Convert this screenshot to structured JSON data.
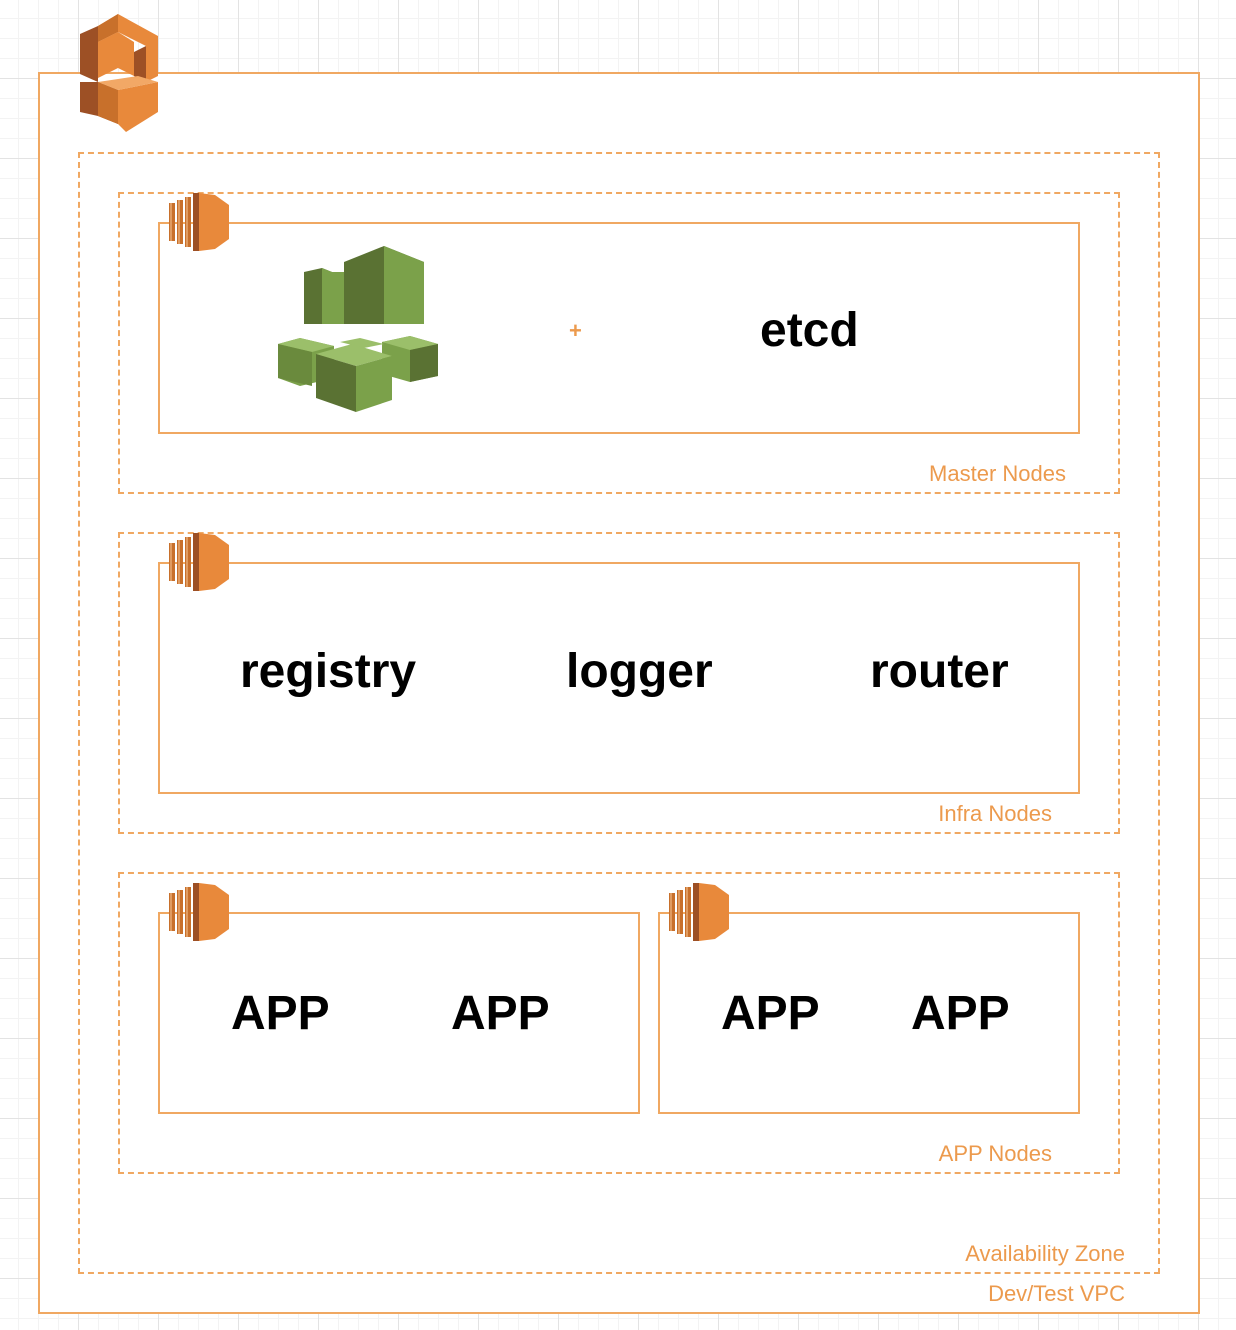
{
  "vpc": {
    "label": "Dev/Test VPC",
    "icon": "vpc-icon"
  },
  "availability_zone": {
    "label": "Availability Zone"
  },
  "master_nodes": {
    "label": "Master Nodes",
    "plus": "+",
    "etcd": "etcd",
    "icon": "openshift-master-cubes-icon"
  },
  "infra_nodes": {
    "label": "Infra Nodes",
    "services": [
      "registry",
      "logger",
      "router"
    ]
  },
  "app_nodes": {
    "label": "APP Nodes",
    "instances": [
      {
        "apps": [
          "APP",
          "APP"
        ]
      },
      {
        "apps": [
          "APP",
          "APP"
        ]
      }
    ]
  },
  "colors": {
    "aws_orange": "#e8893b",
    "border_orange": "#f0a862",
    "label_orange": "#ec9a4d",
    "cube_green": "#7ba14a"
  }
}
